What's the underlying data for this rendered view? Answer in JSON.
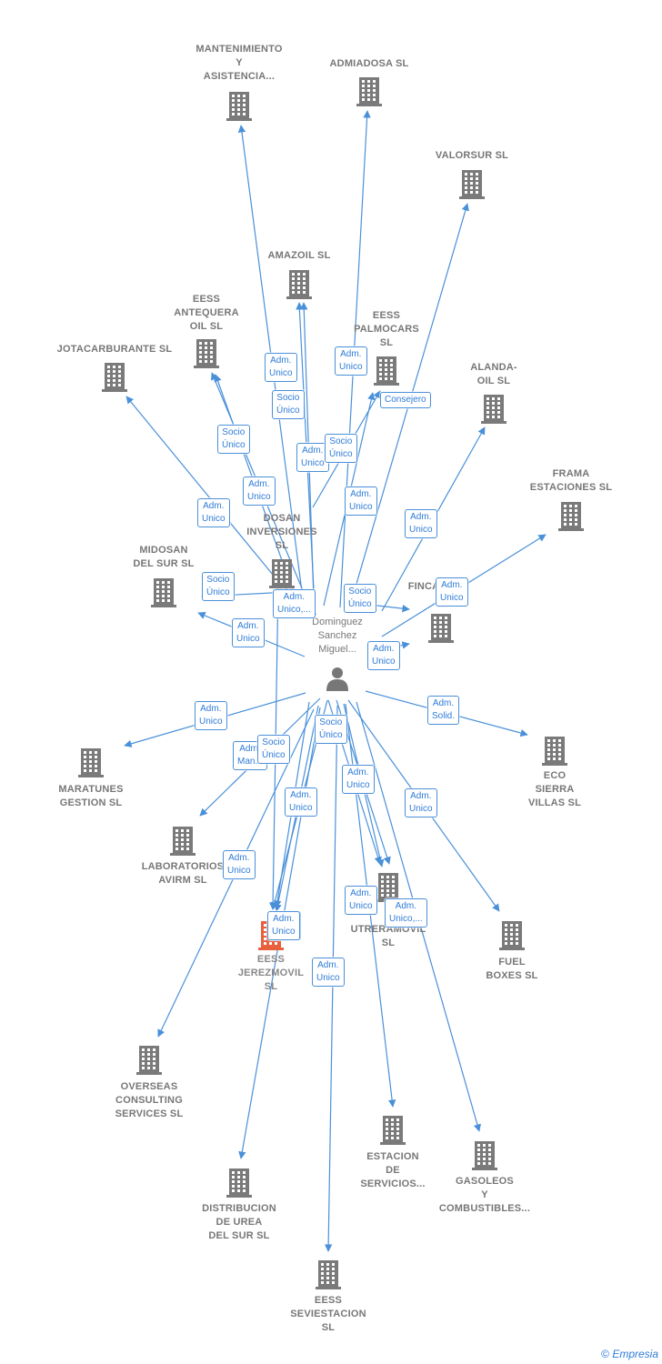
{
  "colors": {
    "edge": "#4a90d9",
    "building": "#7a7a7a",
    "main_building": "#e8603c",
    "person": "#777777",
    "label_border": "#4a90d9",
    "label_text": "#2f7bd8"
  },
  "person": {
    "name": "Dominguez\nSanchez\nMiguel...",
    "icon": "person-icon"
  },
  "companies": [
    {
      "id": "mantenimiento",
      "name": "MANTENIMIENTO\nY\nASISTENCIA...",
      "icon": "building-icon"
    },
    {
      "id": "admiadosa",
      "name": "ADMIADOSA SL",
      "icon": "building-icon"
    },
    {
      "id": "valorsur",
      "name": "VALORSUR SL",
      "icon": "building-icon"
    },
    {
      "id": "amazoil",
      "name": "AMAZOIL SL",
      "icon": "building-icon"
    },
    {
      "id": "antequera",
      "name": "EESS\nANTEQUERA\nOIL SL",
      "icon": "building-icon"
    },
    {
      "id": "palmocars",
      "name": "EESS\nPALMOCARS\nSL",
      "icon": "building-icon"
    },
    {
      "id": "jotacarburante",
      "name": "JOTACARBURANTE SL",
      "icon": "building-icon"
    },
    {
      "id": "alanda",
      "name": "ALANDA-\nOIL SL",
      "icon": "building-icon"
    },
    {
      "id": "frama",
      "name": "FRAMA\nESTACIONES SL",
      "icon": "building-icon"
    },
    {
      "id": "dosan",
      "name": "DOSAN\nINVERSIONES\nSL",
      "icon": "building-icon"
    },
    {
      "id": "midosan",
      "name": "MIDOSAN\nDEL SUR SL",
      "icon": "building-icon"
    },
    {
      "id": "finca",
      "name": "FINCA",
      "icon": "building-icon"
    },
    {
      "id": "maratunes",
      "name": "MARATUNES\nGESTION SL",
      "icon": "building-icon"
    },
    {
      "id": "eco",
      "name": "ECO\nSIERRA\nVILLAS SL",
      "icon": "building-icon"
    },
    {
      "id": "laboratorios",
      "name": "LABORATORIOS\nAVIRM SL",
      "icon": "building-icon"
    },
    {
      "id": "utreramovil",
      "name": "UTRERAMOVIL\nSL",
      "icon": "building-icon"
    },
    {
      "id": "jerezmovil",
      "name": "EESS\nJEREZMOVIL\nSL",
      "icon": "building-icon"
    },
    {
      "id": "fuelboxes",
      "name": "FUEL\nBOXES SL",
      "icon": "building-icon"
    },
    {
      "id": "overseas",
      "name": "OVERSEAS\nCONSULTING\nSERVICES SL",
      "icon": "building-icon"
    },
    {
      "id": "estacion",
      "name": "ESTACION\nDE\nSERVICIOS...",
      "icon": "building-icon"
    },
    {
      "id": "gasoleos",
      "name": "GASOLEOS\nY\nCOMBUSTIBLES...",
      "icon": "building-icon"
    },
    {
      "id": "urea",
      "name": "DISTRIBUCION\nDE UREA\nDEL SUR SL",
      "icon": "building-icon"
    },
    {
      "id": "seviestacion",
      "name": "EESS\nSEVIESTACION\nSL",
      "icon": "building-icon"
    }
  ],
  "relations": [
    {
      "label": "Adm.\nUnico"
    },
    {
      "label": "Socio\nÚnico"
    },
    {
      "label": "Adm.\nUnico"
    },
    {
      "label": "Adm.\nUnico"
    },
    {
      "label": "Socio\nÚnico"
    },
    {
      "label": "Consejero"
    },
    {
      "label": "Socio\nÚnico"
    },
    {
      "label": "Adm.\nUnico"
    },
    {
      "label": "Adm.\nUnico"
    },
    {
      "label": "Adm.\nUnico"
    },
    {
      "label": "Adm.\nUnico"
    },
    {
      "label": "Adm.\nUnico"
    },
    {
      "label": "Socio\nÚnico"
    },
    {
      "label": "Adm.\nUnico,..."
    },
    {
      "label": "Socio\nÚnico"
    },
    {
      "label": "Adm.\nUnico"
    },
    {
      "label": "Adm.\nUnico"
    },
    {
      "label": "Adm.\nUnico"
    },
    {
      "label": "Adm.\nSolid."
    },
    {
      "label": "Adm.\nUnico"
    },
    {
      "label": "Socio\nÚnico"
    },
    {
      "label": "Adm.\nMan..."
    },
    {
      "label": "Socio\nÚnico"
    },
    {
      "label": "Adm.\nUnico"
    },
    {
      "label": "Adm.\nUnico"
    },
    {
      "label": "Adm.\nUnico"
    },
    {
      "label": "Adm.\nUnico"
    },
    {
      "label": "Adm.\nUnico"
    },
    {
      "label": "Adm.\nUnico,..."
    },
    {
      "label": "Adm.\nUnico"
    },
    {
      "label": "Adm.\nUnico"
    }
  ],
  "footer": {
    "copyright": "©",
    "brand": "Empresia"
  }
}
